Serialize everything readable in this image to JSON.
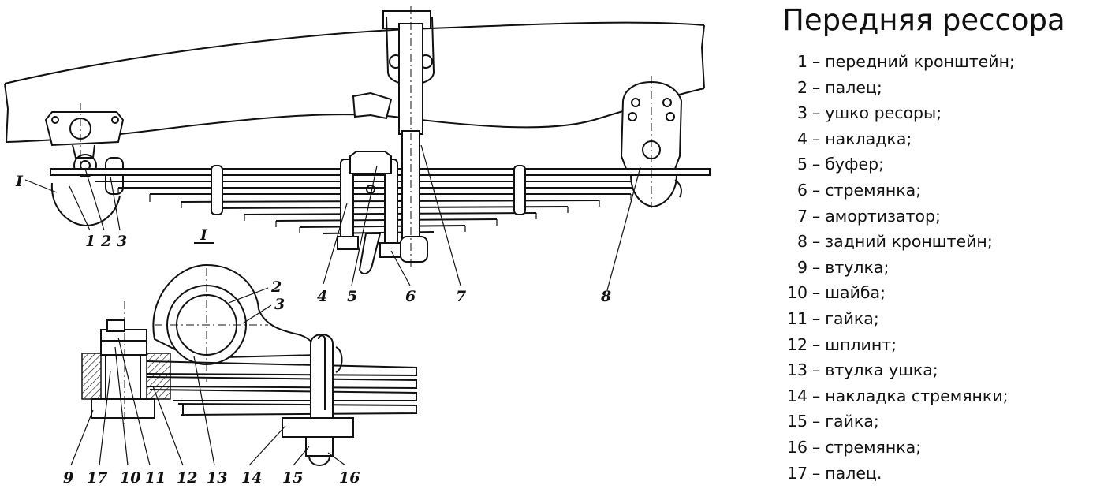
{
  "title": "Передняя рессора",
  "legend": [
    {
      "num": "1",
      "sep": "–",
      "text": "передний кронштейн;"
    },
    {
      "num": "2",
      "sep": "–",
      "text": "палец;"
    },
    {
      "num": "3",
      "sep": "–",
      "text": "ушко ресоры;"
    },
    {
      "num": "4",
      "sep": "–",
      "text": "накладка;"
    },
    {
      "num": "5",
      "sep": "–",
      "text": "буфер;"
    },
    {
      "num": "6",
      "sep": "–",
      "text": "стремянка;"
    },
    {
      "num": "7",
      "sep": "–",
      "text": "амортизатор;"
    },
    {
      "num": "8",
      "sep": "–",
      "text": "задний кронштейн;"
    },
    {
      "num": "9",
      "sep": "–",
      "text": "втулка;"
    },
    {
      "num": "10",
      "sep": "–",
      "text": "шайба;"
    },
    {
      "num": "11",
      "sep": "–",
      "text": "гайка;"
    },
    {
      "num": "12",
      "sep": "–",
      "text": "шплинт;"
    },
    {
      "num": "13",
      "sep": "–",
      "text": "втулка ушка;"
    },
    {
      "num": "14",
      "sep": "–",
      "text": "накладка стремянки;"
    },
    {
      "num": "15",
      "sep": "–",
      "text": "гайка;"
    },
    {
      "num": "16",
      "sep": "–",
      "text": "стремянка;"
    },
    {
      "num": "17",
      "sep": "–",
      "text": "палец."
    }
  ],
  "drawing": {
    "section_mark": "I",
    "detail_mark": "I",
    "top_callouts": [
      "1",
      "2",
      "3",
      "4",
      "5",
      "6",
      "7",
      "8"
    ],
    "bottom_callouts": [
      "2",
      "3",
      "9",
      "17",
      "10",
      "11",
      "12",
      "13",
      "14",
      "15",
      "16"
    ]
  }
}
